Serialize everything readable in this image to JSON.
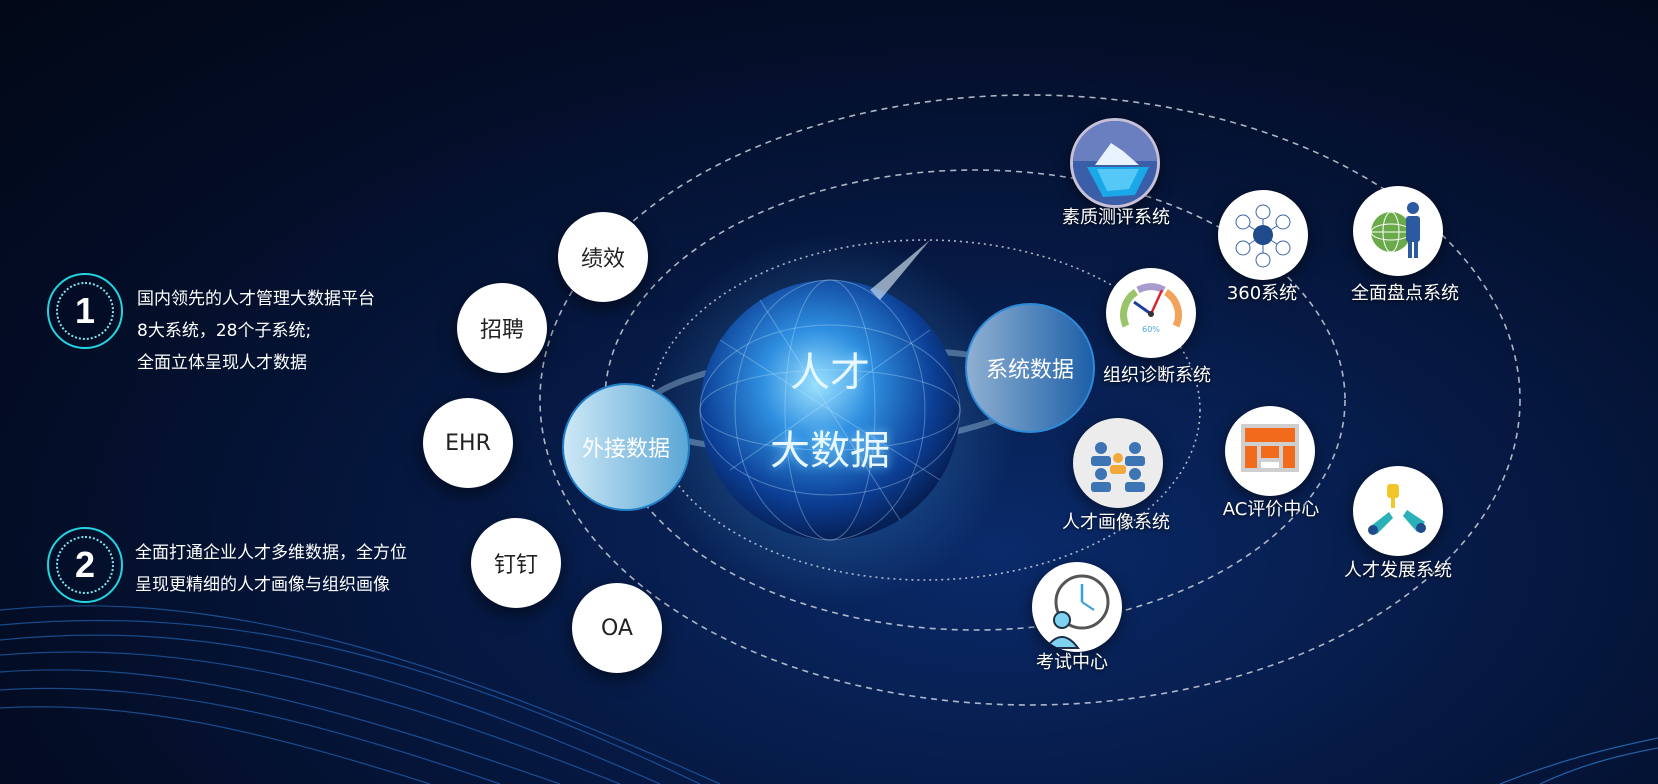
{
  "features": [
    {
      "number": "1",
      "lines": [
        "国内领先的人才管理大数据平台",
        "8大系统，28个子系统;",
        "全面立体呈现人才数据"
      ]
    },
    {
      "number": "2",
      "lines": [
        "全面打通企业人才多维数据，全方位",
        "呈现更精细的人才画像与组织画像"
      ]
    }
  ],
  "core": {
    "line1": "人才",
    "line2": "大数据"
  },
  "external_hub": {
    "label": "外接数据"
  },
  "system_hub": {
    "label": "系统数据"
  },
  "external_sources": [
    "绩效",
    "招聘",
    "EHR",
    "钉钉",
    "OA"
  ],
  "systems": [
    {
      "label": "素质测评系统",
      "icon": "iceberg-icon"
    },
    {
      "label": "360系统",
      "icon": "network-diagram-icon"
    },
    {
      "label": "全面盘点系统",
      "icon": "globe-person-icon"
    },
    {
      "label": "组织诊断系统",
      "icon": "gauge-icon",
      "gauge_text": "60%"
    },
    {
      "label": "人才画像系统",
      "icon": "people-group-icon"
    },
    {
      "label": "AC评价中心",
      "icon": "meeting-room-icon"
    },
    {
      "label": "人才发展系统",
      "icon": "helping-hands-icon"
    },
    {
      "label": "考试中心",
      "icon": "clock-person-icon"
    }
  ],
  "colors": {
    "accent": "#22d4e0",
    "background": "#041233",
    "hub_blue": "#2f7fc4"
  }
}
